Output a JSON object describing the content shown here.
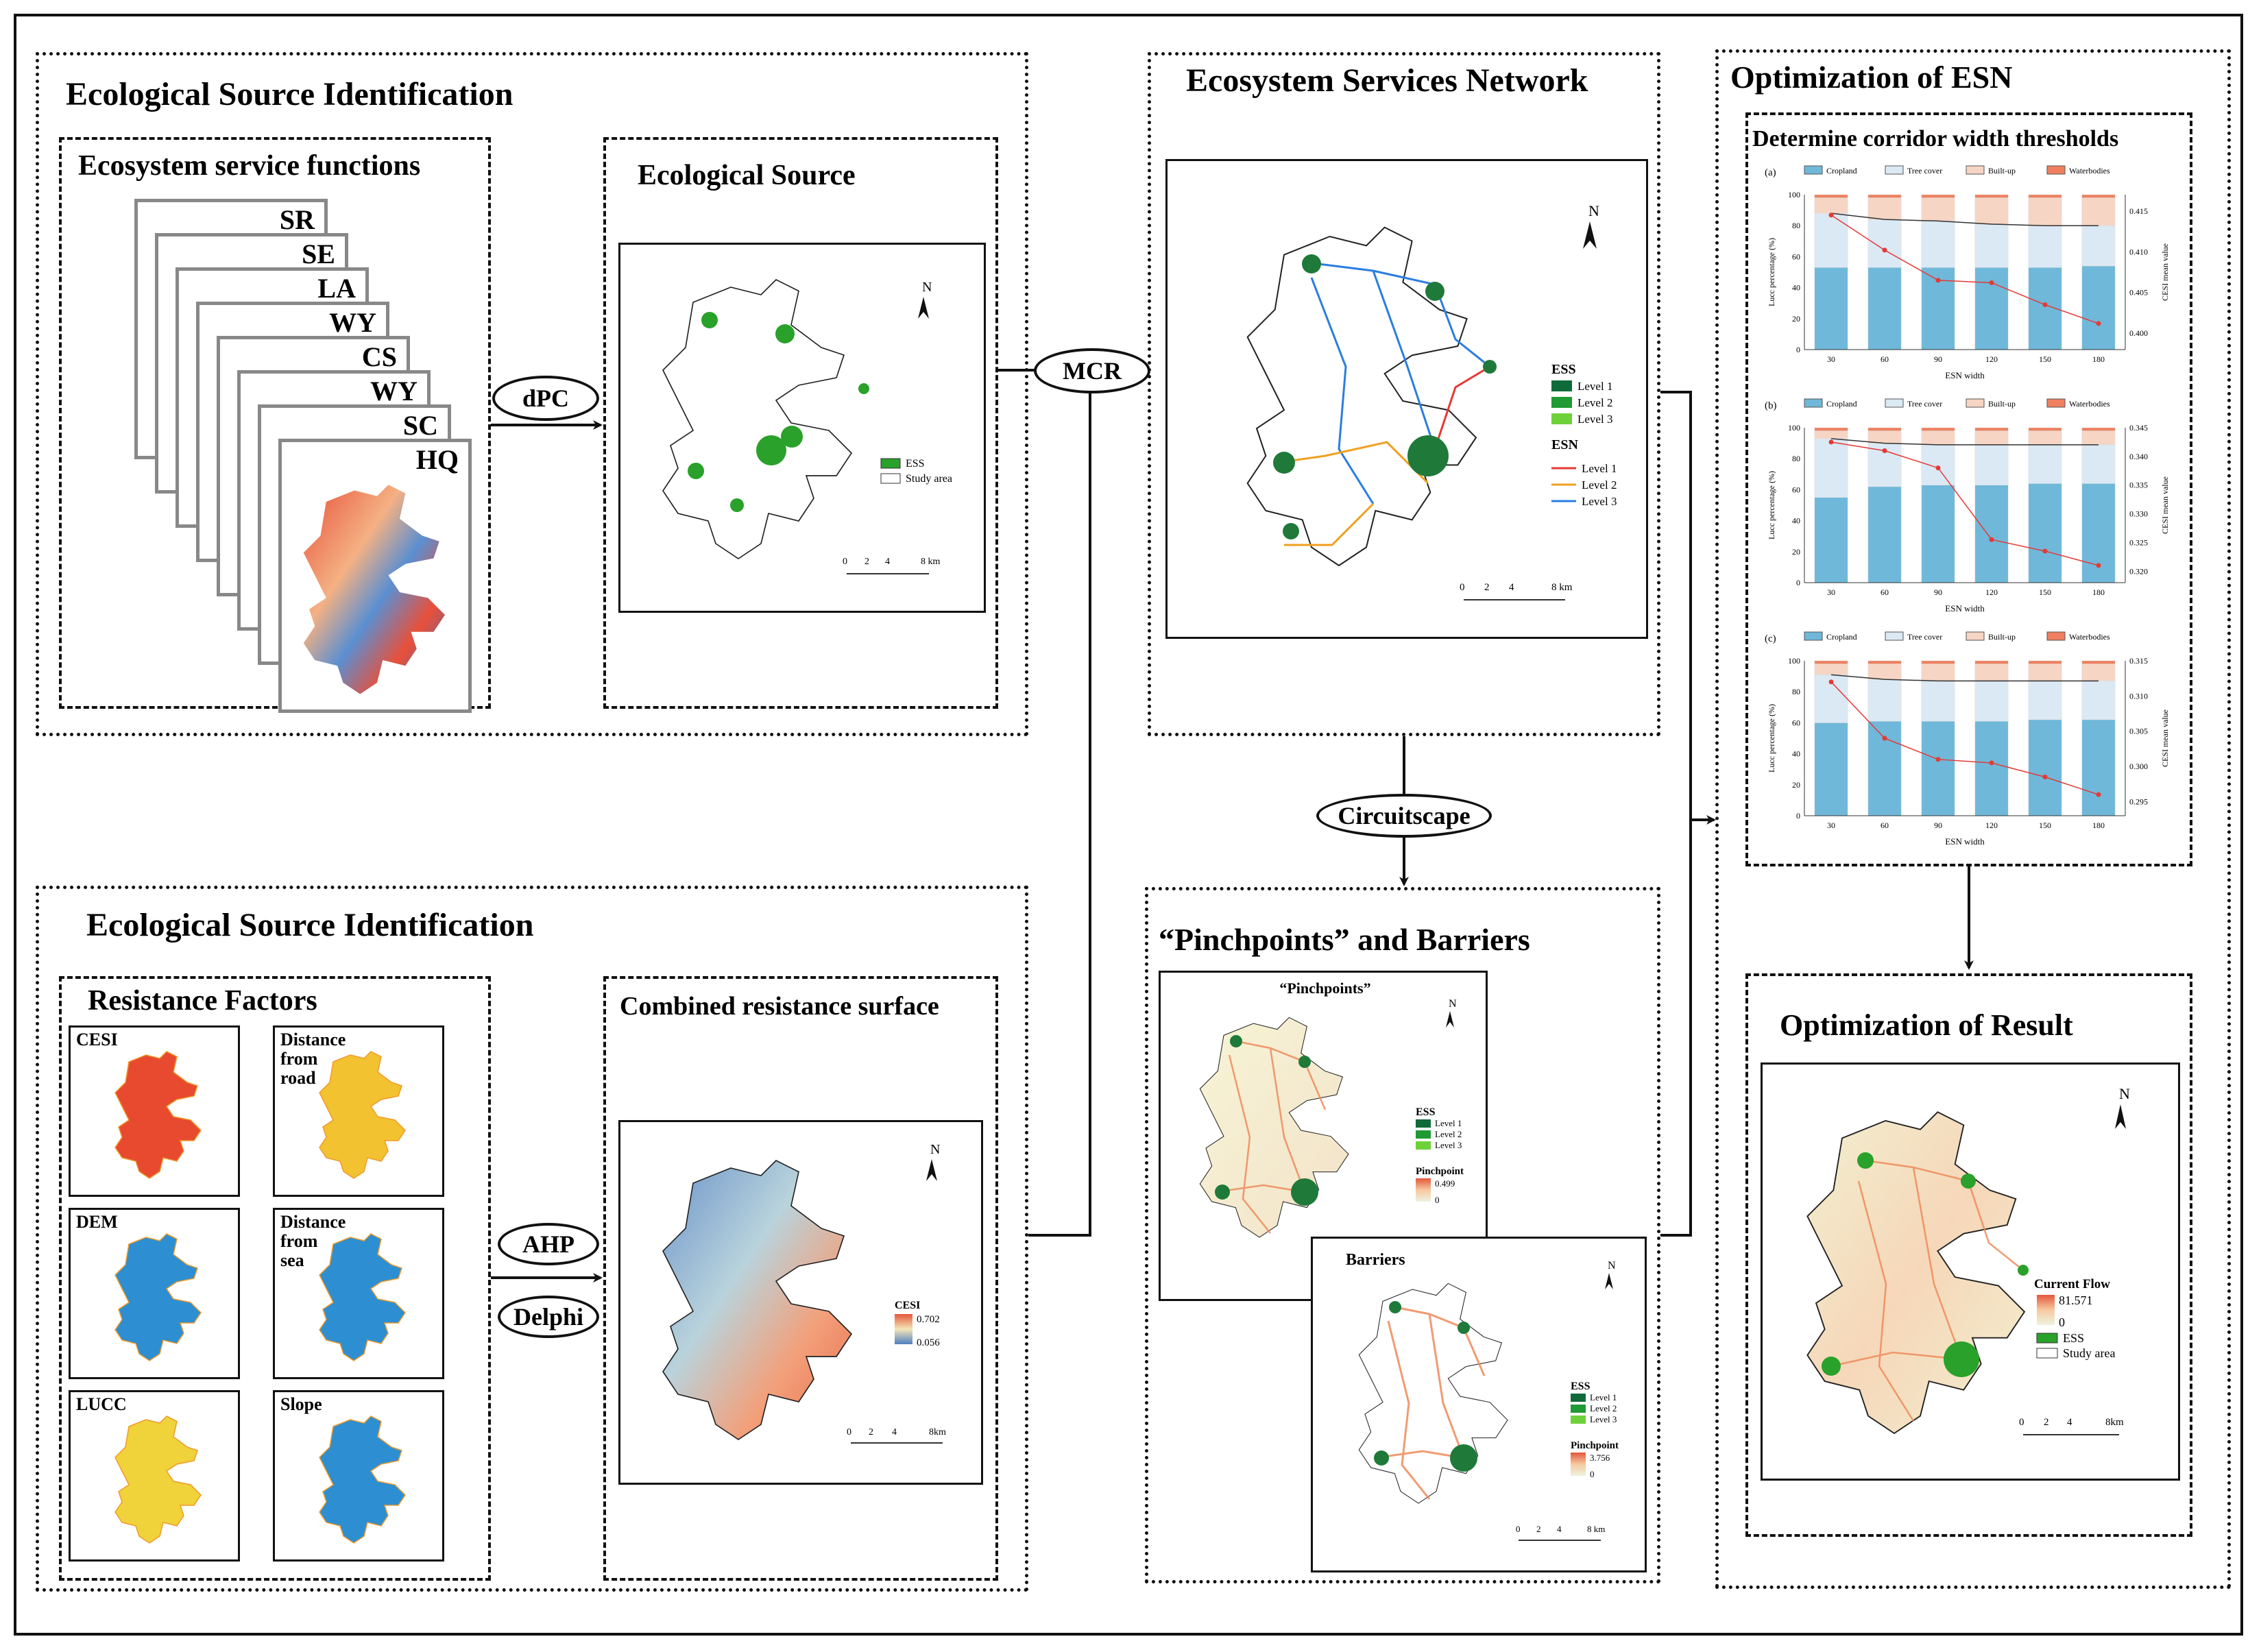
{
  "sections": {
    "source_identification_title": "Ecological Source Identification",
    "resistance_identification_title": "Ecological Source Identification",
    "network_title": "Ecosystem Services Network",
    "optimization_title": "Optimization of ESN"
  },
  "ecosystem_service_functions": {
    "title": "Ecosystem service functions",
    "layers": [
      "SR",
      "SE",
      "LA",
      "WY",
      "CS",
      "WY",
      "SC",
      "HQ"
    ]
  },
  "ecological_source": {
    "title": "Ecological Source",
    "legend": {
      "ess": "ESS",
      "study_area": "Study area"
    },
    "north": "N",
    "scale": [
      "0",
      "2",
      "4",
      "8 km"
    ]
  },
  "methods": {
    "dpc": "dPC",
    "mcr": "MCR",
    "circuitscape": "Circuitscape",
    "ahp": "AHP",
    "delphi": "Delphi"
  },
  "resistance_factors": {
    "title": "Resistance Factors",
    "items": [
      "CESI",
      "Distance from road",
      "DEM",
      "Distance from sea",
      "LUCC",
      "Slope"
    ]
  },
  "combined_surface": {
    "title": "Combined resistance surface",
    "legend_title": "CESI",
    "max": "0.702",
    "min": "0.056",
    "north": "N",
    "scale": [
      "0",
      "2",
      "4",
      "8km"
    ]
  },
  "esn_map": {
    "north": "N",
    "ess_title": "ESS",
    "ess_levels": [
      "Level 1",
      "Level 2",
      "Level 3"
    ],
    "esn_title": "ESN",
    "esn_levels": [
      "Level 1",
      "Level 2",
      "Level 3"
    ],
    "scale": [
      "0",
      "2",
      "4",
      "8 km"
    ],
    "colors": {
      "ess": [
        "#0f6b3a",
        "#1f9a34",
        "#6fd13a"
      ],
      "esn": [
        "#e53935",
        "#f0a020",
        "#2a7de1"
      ]
    }
  },
  "pinchpoints_section": {
    "title": "“Pinchpoints” and Barriers",
    "pinch_map": {
      "title": "“Pinchpoints”",
      "north": "N",
      "ess_title": "ESS",
      "levels": [
        "Level 1",
        "Level 2",
        "Level 3"
      ],
      "value_title": "Pinchpoint",
      "max": "0.499",
      "min": "0"
    },
    "barrier_map": {
      "title": "Barriers",
      "north": "N",
      "ess_title": "ESS",
      "levels": [
        "Level 1",
        "Level 2",
        "Level 3"
      ],
      "value_title": "Pinchpoint",
      "max": "3.756",
      "min": "0",
      "scale": [
        "0",
        "2",
        "4",
        "8 km"
      ]
    }
  },
  "corridor_width": {
    "title": "Determine corridor width thresholds",
    "legend": [
      "Cropland",
      "Tree cover",
      "Built-up",
      "Waterbodies"
    ],
    "colors": {
      "Cropland": "#6fb8d9",
      "Tree cover": "#dbe9f4",
      "Built-up": "#f6d5c4",
      "Waterbodies": "#ef7f5f",
      "cesi_line": "#e53935",
      "boundary_line": "#333333"
    }
  },
  "chart_data": [
    {
      "type": "bar",
      "panel": "(a)",
      "categories": [
        "30",
        "60",
        "90",
        "120",
        "150",
        "180"
      ],
      "xlabel": "ESN width",
      "ylabel": "Lucc percentage (%)",
      "y2label": "CESI mean value",
      "ylim": [
        0,
        100
      ],
      "y2lim": [
        0.398,
        0.417
      ],
      "yticks": [
        "0",
        "20",
        "40",
        "60",
        "80",
        "100"
      ],
      "y2ticks": [
        "0.400",
        "0.405",
        "0.410",
        "0.415"
      ],
      "series": [
        {
          "name": "Cropland",
          "values": [
            53,
            53,
            53,
            53,
            53,
            54
          ]
        },
        {
          "name": "Tree cover",
          "values": [
            35,
            31,
            30,
            28,
            27,
            26
          ]
        },
        {
          "name": "Built-up",
          "values": [
            10,
            14,
            15,
            17,
            18,
            18
          ]
        },
        {
          "name": "Waterbodies",
          "values": [
            2,
            2,
            2,
            2,
            2,
            2
          ]
        }
      ],
      "line": {
        "name": "CESI mean value",
        "values": [
          0.4145,
          0.4102,
          0.4065,
          0.4062,
          0.4035,
          0.4012
        ]
      }
    },
    {
      "type": "bar",
      "panel": "(b)",
      "categories": [
        "30",
        "60",
        "90",
        "120",
        "150",
        "180"
      ],
      "xlabel": "ESN width",
      "ylabel": "Lucc percentage (%)",
      "y2label": "CESI mean value",
      "ylim": [
        0,
        100
      ],
      "y2lim": [
        0.318,
        0.345
      ],
      "yticks": [
        "0",
        "20",
        "40",
        "60",
        "80",
        "100"
      ],
      "y2ticks": [
        "0.320",
        "0.325",
        "0.330",
        "0.335",
        "0.340",
        "0.345"
      ],
      "series": [
        {
          "name": "Cropland",
          "values": [
            55,
            62,
            63,
            63,
            64,
            64
          ]
        },
        {
          "name": "Tree cover",
          "values": [
            38,
            28,
            26,
            26,
            25,
            25
          ]
        },
        {
          "name": "Built-up",
          "values": [
            5,
            8,
            9,
            9,
            9,
            9
          ]
        },
        {
          "name": "Waterbodies",
          "values": [
            2,
            2,
            2,
            2,
            2,
            2
          ]
        }
      ],
      "line": {
        "name": "CESI mean value",
        "values": [
          0.3425,
          0.341,
          0.338,
          0.3255,
          0.3235,
          0.321
        ]
      }
    },
    {
      "type": "bar",
      "panel": "(c)",
      "categories": [
        "30",
        "60",
        "90",
        "120",
        "150",
        "180"
      ],
      "xlabel": "ESN width",
      "ylabel": "Lucc percentage (%)",
      "y2label": "CESI mean value",
      "ylim": [
        0,
        100
      ],
      "y2lim": [
        0.293,
        0.315
      ],
      "yticks": [
        "0",
        "20",
        "40",
        "60",
        "80",
        "100"
      ],
      "y2ticks": [
        "0.295",
        "0.300",
        "0.305",
        "0.310",
        "0.315"
      ],
      "series": [
        {
          "name": "Cropland",
          "values": [
            60,
            61,
            61,
            61,
            62,
            62
          ]
        },
        {
          "name": "Tree cover",
          "values": [
            31,
            27,
            26,
            26,
            25,
            25
          ]
        },
        {
          "name": "Built-up",
          "values": [
            7,
            10,
            11,
            11,
            11,
            11
          ]
        },
        {
          "name": "Waterbodies",
          "values": [
            2,
            2,
            2,
            2,
            2,
            2
          ]
        }
      ],
      "line": {
        "name": "CESI mean value",
        "values": [
          0.312,
          0.304,
          0.301,
          0.3005,
          0.2985,
          0.296
        ]
      }
    }
  ],
  "optimization_result": {
    "title": "Optimization of Result",
    "north": "N",
    "flow_title": "Current Flow",
    "max": "81.571",
    "min": "0",
    "ess": "ESS",
    "study_area": "Study area",
    "scale": [
      "0",
      "2",
      "4",
      "8km"
    ]
  }
}
